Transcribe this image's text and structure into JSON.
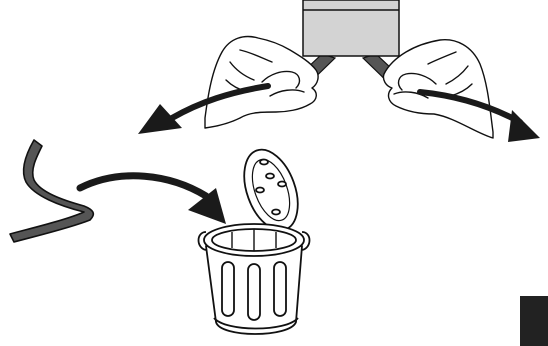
{
  "diagram": {
    "steps": [
      {
        "id": "peel-backing",
        "icon": "hands-peeling-backing-icon"
      },
      {
        "id": "discard-strip",
        "icon": "liner-strip-icon"
      },
      {
        "id": "trash",
        "icon": "trash-can-open-lid-icon"
      }
    ],
    "colors": {
      "outline": "#111111",
      "pouch": "#d3d3d3",
      "strip": "#555555",
      "arrow": "#1a1a1a",
      "corner_tab": "#222222"
    }
  }
}
